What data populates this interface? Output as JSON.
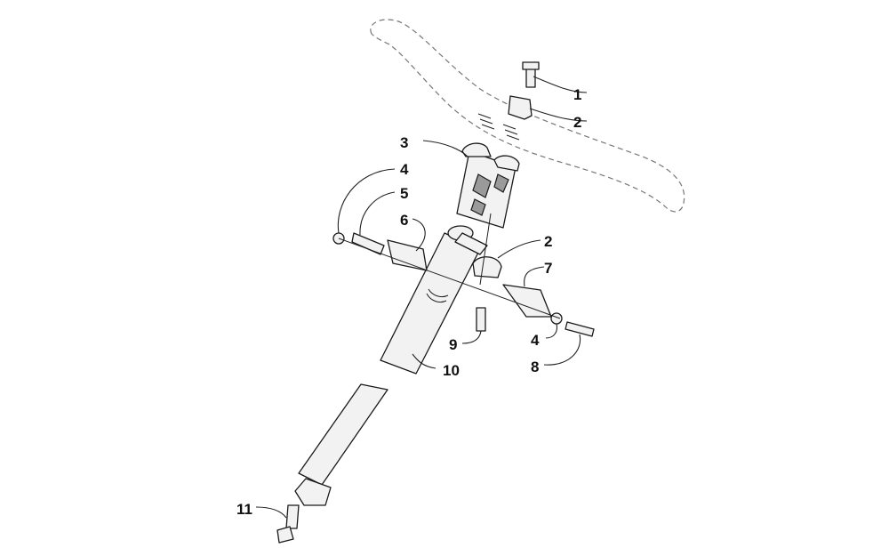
{
  "colors": {
    "background": "#ffffff",
    "line": "#1a1a1a",
    "phantom": "#777777"
  },
  "callouts": [
    {
      "id": "c1",
      "label": "1"
    },
    {
      "id": "c2a",
      "label": "2"
    },
    {
      "id": "c3",
      "label": "3"
    },
    {
      "id": "c4a",
      "label": "4"
    },
    {
      "id": "c5",
      "label": "5"
    },
    {
      "id": "c6",
      "label": "6"
    },
    {
      "id": "c2b",
      "label": "2"
    },
    {
      "id": "c7",
      "label": "7"
    },
    {
      "id": "c9",
      "label": "9"
    },
    {
      "id": "c4b",
      "label": "4"
    },
    {
      "id": "c10",
      "label": "10"
    },
    {
      "id": "c8",
      "label": "8"
    },
    {
      "id": "c11",
      "label": "11"
    }
  ]
}
